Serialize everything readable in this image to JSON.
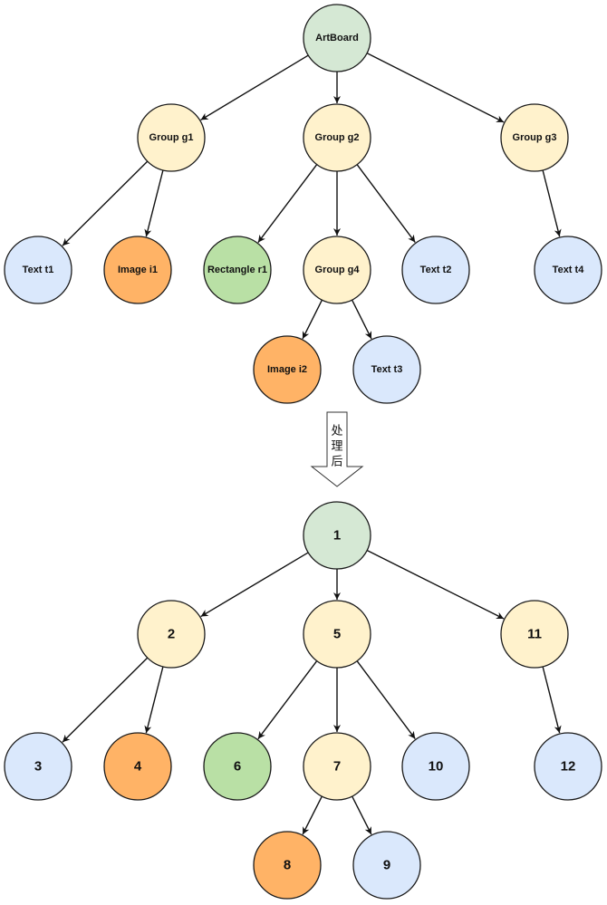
{
  "colors": {
    "green": "#d5e8d4",
    "yellow": "#fff2cc",
    "blue": "#dae8fc",
    "orange": "#ffb366",
    "bright_green": "#b9e0a5"
  },
  "top_tree": {
    "nodes": [
      {
        "id": "artboard",
        "label": "ArtBoard",
        "color": "green"
      },
      {
        "id": "g1",
        "label": "Group g1",
        "color": "yellow"
      },
      {
        "id": "g2",
        "label": "Group g2",
        "color": "yellow"
      },
      {
        "id": "g3",
        "label": "Group g3",
        "color": "yellow"
      },
      {
        "id": "t1",
        "label": "Text t1",
        "color": "blue"
      },
      {
        "id": "i1",
        "label": "Image i1",
        "color": "orange"
      },
      {
        "id": "r1",
        "label": "Rectangle r1",
        "color": "bright_green"
      },
      {
        "id": "g4",
        "label": "Group g4",
        "color": "yellow"
      },
      {
        "id": "t2",
        "label": "Text t2",
        "color": "blue"
      },
      {
        "id": "t4",
        "label": "Text t4",
        "color": "blue"
      },
      {
        "id": "i2",
        "label": "Image i2",
        "color": "orange"
      },
      {
        "id": "t3",
        "label": "Text t3",
        "color": "blue"
      }
    ],
    "edges": [
      [
        "artboard",
        "g1"
      ],
      [
        "artboard",
        "g2"
      ],
      [
        "artboard",
        "g3"
      ],
      [
        "g1",
        "t1"
      ],
      [
        "g1",
        "i1"
      ],
      [
        "g2",
        "r1"
      ],
      [
        "g2",
        "g4"
      ],
      [
        "g2",
        "t2"
      ],
      [
        "g3",
        "t4"
      ],
      [
        "g4",
        "i2"
      ],
      [
        "g4",
        "t3"
      ]
    ]
  },
  "transition": {
    "label": [
      "处",
      "理",
      "后"
    ]
  },
  "bottom_tree": {
    "nodes": [
      {
        "id": "n1",
        "label": "1",
        "color": "green"
      },
      {
        "id": "n2",
        "label": "2",
        "color": "yellow"
      },
      {
        "id": "n5",
        "label": "5",
        "color": "yellow"
      },
      {
        "id": "n11",
        "label": "11",
        "color": "yellow"
      },
      {
        "id": "n3",
        "label": "3",
        "color": "blue"
      },
      {
        "id": "n4",
        "label": "4",
        "color": "orange"
      },
      {
        "id": "n6",
        "label": "6",
        "color": "bright_green"
      },
      {
        "id": "n7",
        "label": "7",
        "color": "yellow"
      },
      {
        "id": "n10",
        "label": "10",
        "color": "blue"
      },
      {
        "id": "n12",
        "label": "12",
        "color": "blue"
      },
      {
        "id": "n8",
        "label": "8",
        "color": "orange"
      },
      {
        "id": "n9",
        "label": "9",
        "color": "blue"
      }
    ],
    "edges": [
      [
        "n1",
        "n2"
      ],
      [
        "n1",
        "n5"
      ],
      [
        "n1",
        "n11"
      ],
      [
        "n2",
        "n3"
      ],
      [
        "n2",
        "n4"
      ],
      [
        "n5",
        "n6"
      ],
      [
        "n5",
        "n7"
      ],
      [
        "n5",
        "n10"
      ],
      [
        "n11",
        "n12"
      ],
      [
        "n7",
        "n8"
      ],
      [
        "n7",
        "n9"
      ]
    ]
  }
}
